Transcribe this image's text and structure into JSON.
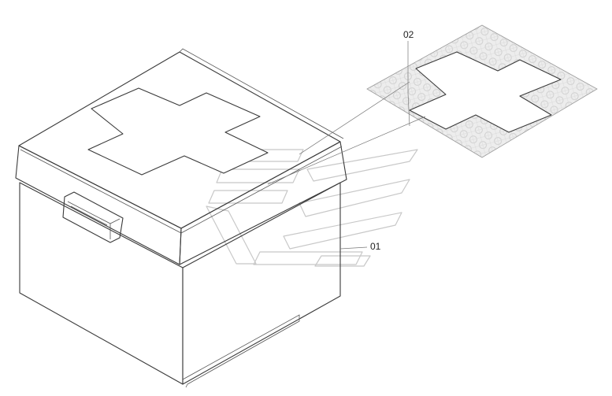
{
  "parts": [
    {
      "id": "01",
      "label": "01"
    },
    {
      "id": "02",
      "label": "02"
    }
  ],
  "colors": {
    "line": "#3a3a3a",
    "watermark": "#c8c8c8",
    "reflective_hatch": "#d9d9d9"
  }
}
